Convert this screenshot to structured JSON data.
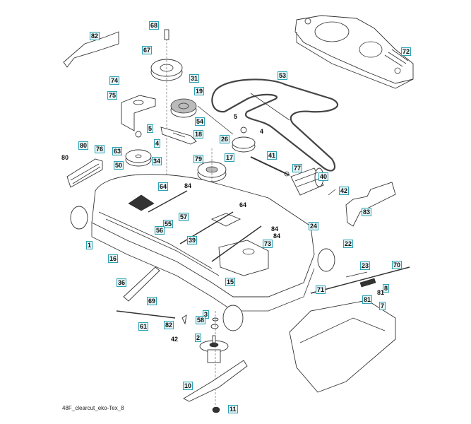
{
  "diagram": {
    "caption": "48F_clearcut_eko-Tex_8",
    "label_colors": {
      "box_border": "#2aa3b5",
      "box_fill": "#e6f4f6",
      "text": "#111111"
    },
    "callouts": [
      {
        "id": "c82a",
        "text": "82",
        "boxed": true
      },
      {
        "id": "c68",
        "text": "68",
        "boxed": true
      },
      {
        "id": "c67",
        "text": "67",
        "boxed": true
      },
      {
        "id": "c74",
        "text": "74",
        "boxed": true
      },
      {
        "id": "c31",
        "text": "31",
        "boxed": true
      },
      {
        "id": "c19",
        "text": "19",
        "boxed": true
      },
      {
        "id": "c75",
        "text": "75",
        "boxed": true
      },
      {
        "id": "c54",
        "text": "54",
        "boxed": true
      },
      {
        "id": "c5a",
        "text": "5",
        "boxed": true
      },
      {
        "id": "c18",
        "text": "18",
        "boxed": true
      },
      {
        "id": "c4a",
        "text": "4",
        "boxed": true
      },
      {
        "id": "c5b",
        "text": "5",
        "boxed": false
      },
      {
        "id": "c4b",
        "text": "4",
        "boxed": false
      },
      {
        "id": "c26",
        "text": "26",
        "boxed": true
      },
      {
        "id": "c79",
        "text": "79",
        "boxed": true
      },
      {
        "id": "c17",
        "text": "17",
        "boxed": true
      },
      {
        "id": "c53",
        "text": "53",
        "boxed": true
      },
      {
        "id": "c72",
        "text": "72",
        "boxed": true
      },
      {
        "id": "c80a",
        "text": "80",
        "boxed": true
      },
      {
        "id": "c80b",
        "text": "80",
        "boxed": false
      },
      {
        "id": "c76",
        "text": "76",
        "boxed": true
      },
      {
        "id": "c63",
        "text": "63",
        "boxed": true
      },
      {
        "id": "c50",
        "text": "50",
        "boxed": true
      },
      {
        "id": "c34",
        "text": "34",
        "boxed": true
      },
      {
        "id": "c64a",
        "text": "64",
        "boxed": true
      },
      {
        "id": "c84a",
        "text": "84",
        "boxed": false
      },
      {
        "id": "c41",
        "text": "41",
        "boxed": true
      },
      {
        "id": "c77",
        "text": "77",
        "boxed": true
      },
      {
        "id": "c40",
        "text": "40",
        "boxed": true
      },
      {
        "id": "c42a",
        "text": "42",
        "boxed": true
      },
      {
        "id": "c83",
        "text": "83",
        "boxed": true
      },
      {
        "id": "c64b",
        "text": "64",
        "boxed": false
      },
      {
        "id": "c57",
        "text": "57",
        "boxed": true
      },
      {
        "id": "c55",
        "text": "55",
        "boxed": true
      },
      {
        "id": "c56",
        "text": "56",
        "boxed": true
      },
      {
        "id": "c84b",
        "text": "84",
        "boxed": false
      },
      {
        "id": "c84c",
        "text": "84",
        "boxed": false
      },
      {
        "id": "c24",
        "text": "24",
        "boxed": true
      },
      {
        "id": "c39",
        "text": "39",
        "boxed": true
      },
      {
        "id": "c73",
        "text": "73",
        "boxed": true
      },
      {
        "id": "c1",
        "text": "1",
        "boxed": true
      },
      {
        "id": "c16",
        "text": "16",
        "boxed": true
      },
      {
        "id": "c22",
        "text": "22",
        "boxed": true
      },
      {
        "id": "c15",
        "text": "15",
        "boxed": true
      },
      {
        "id": "c36",
        "text": "36",
        "boxed": true
      },
      {
        "id": "c23",
        "text": "23",
        "boxed": true
      },
      {
        "id": "c70",
        "text": "70",
        "boxed": true
      },
      {
        "id": "c71",
        "text": "71",
        "boxed": true
      },
      {
        "id": "c8",
        "text": "8",
        "boxed": true
      },
      {
        "id": "c81a",
        "text": "81",
        "boxed": false
      },
      {
        "id": "c81b",
        "text": "81",
        "boxed": true
      },
      {
        "id": "c69",
        "text": "69",
        "boxed": true
      },
      {
        "id": "c7",
        "text": "7",
        "boxed": true
      },
      {
        "id": "c3",
        "text": "3",
        "boxed": true
      },
      {
        "id": "c58",
        "text": "58",
        "boxed": true
      },
      {
        "id": "c61",
        "text": "61",
        "boxed": true
      },
      {
        "id": "c82b",
        "text": "82",
        "boxed": true
      },
      {
        "id": "c42b",
        "text": "42",
        "boxed": false
      },
      {
        "id": "c2",
        "text": "2",
        "boxed": true
      },
      {
        "id": "c10",
        "text": "10",
        "boxed": true
      },
      {
        "id": "c11",
        "text": "11",
        "boxed": true
      }
    ]
  }
}
